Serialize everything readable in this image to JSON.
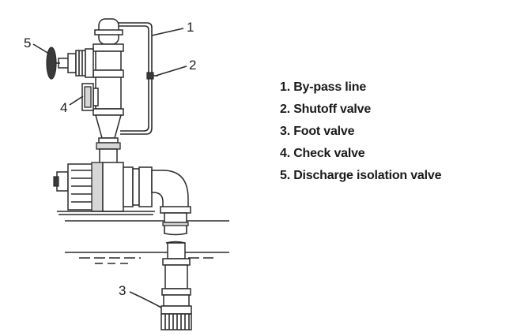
{
  "callouts": {
    "bypass": "1",
    "shutoff": "2",
    "foot": "3",
    "check": "4",
    "discharge": "5"
  },
  "legend": [
    "1. By-pass line",
    "2. Shutoff valve",
    "3. Foot valve",
    "4. Check valve",
    "5. Discharge isolation valve"
  ]
}
